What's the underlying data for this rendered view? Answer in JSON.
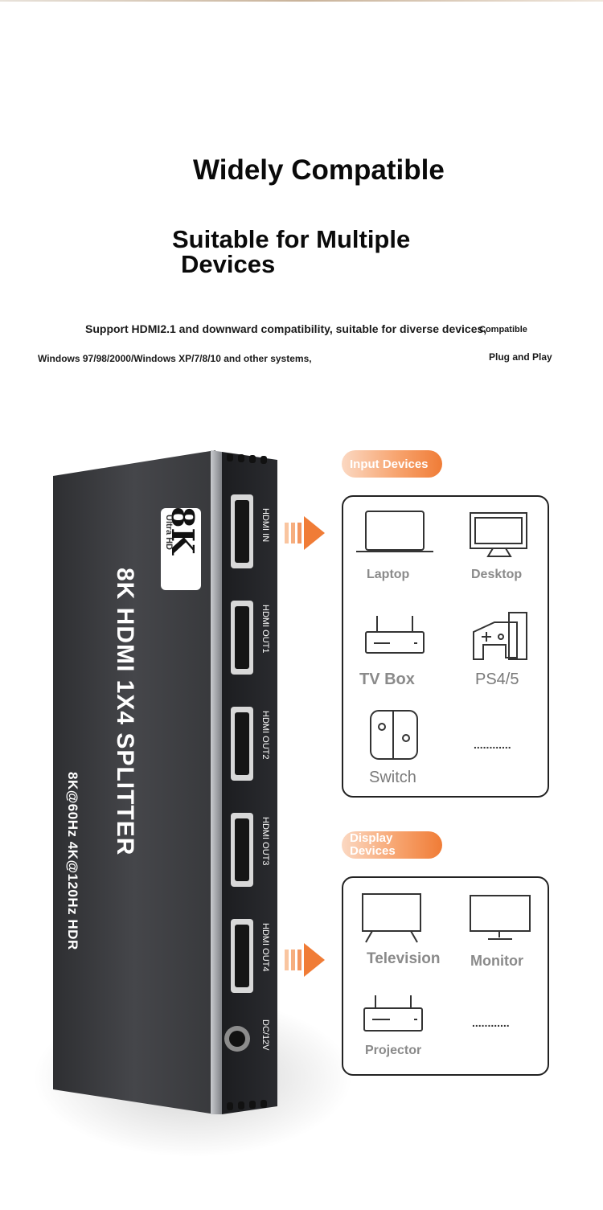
{
  "header": {
    "title": "Widely Compatible",
    "subtitle_line1": "Suitable for Multiple",
    "subtitle_line2": "Devices",
    "desc_line1": "Support HDMI2.1 and downward compatibility, suitable for diverse devices,",
    "compatible_tag": "Compatible",
    "desc_line2": "Windows 97/98/2000/Windows XP/7/8/10 and other systems,",
    "plug_and_play": "Plug and Play"
  },
  "product": {
    "badge_big": "8K",
    "badge_small": "Ultra HD",
    "name": "8K HDMI 1X4 SPLITTER",
    "spec": "8K@60Hz  4K@120Hz  HDR",
    "ports": [
      "HDMI IN",
      "HDMI OUT1",
      "HDMI OUT2",
      "HDMI OUT3",
      "HDMI OUT4",
      "DC/12V"
    ]
  },
  "input_devices": {
    "heading": "Input Devices",
    "items": [
      {
        "label": "Laptop",
        "icon": "laptop-icon"
      },
      {
        "label": "Desktop",
        "icon": "desktop-icon"
      },
      {
        "label": "TV Box",
        "icon": "tv-box-icon"
      },
      {
        "label": "PS4/5",
        "icon": "gamepad-icon"
      },
      {
        "label": "Switch",
        "icon": "switch-console-icon"
      },
      {
        "label": "............",
        "icon": ""
      }
    ]
  },
  "display_devices": {
    "heading_line1": "Display",
    "heading_line2": "Devices",
    "items": [
      {
        "label": "Television",
        "icon": "television-icon"
      },
      {
        "label": "Monitor",
        "icon": "monitor-icon"
      },
      {
        "label": "Projector",
        "icon": "projector-icon"
      },
      {
        "label": "............",
        "icon": ""
      }
    ]
  },
  "colors": {
    "accent_orange": "#f07c36",
    "device_body": "#3a3b3e",
    "panel_border": "#222222",
    "label_gray": "#8a8a8a"
  }
}
